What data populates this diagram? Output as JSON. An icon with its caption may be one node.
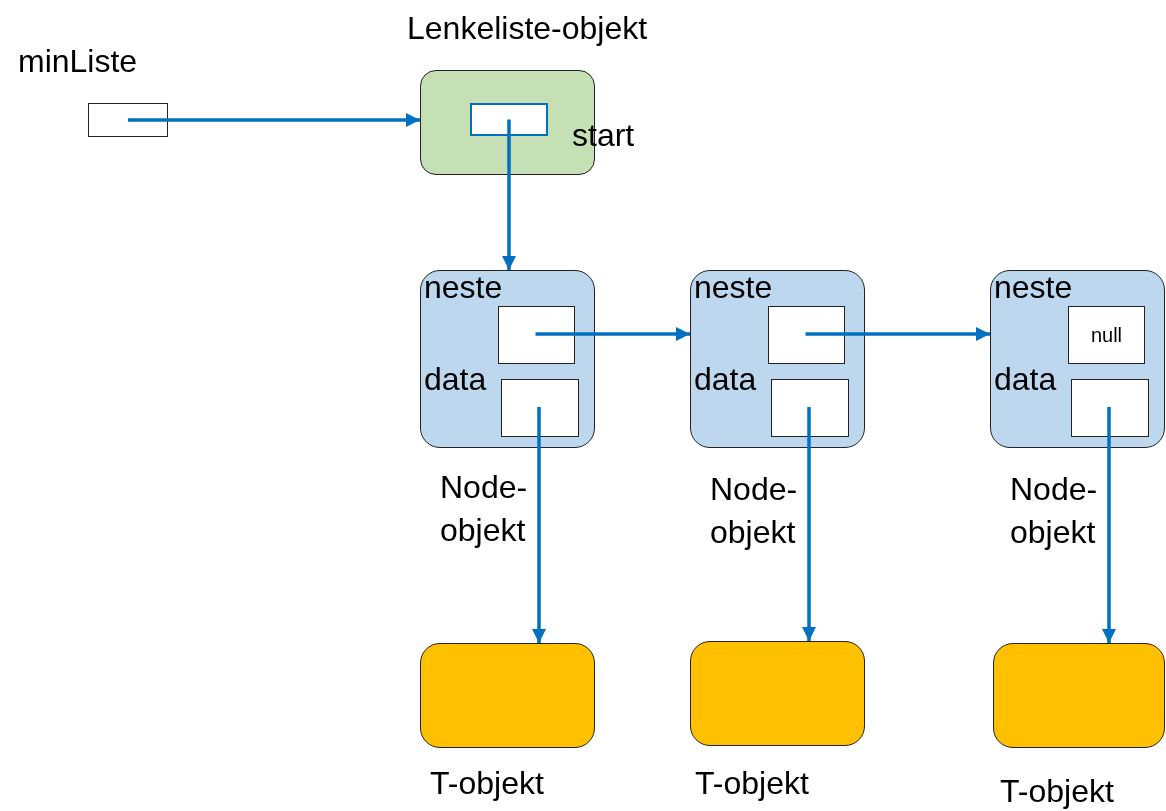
{
  "diagram": {
    "nodes": [
      {
        "text": [
          "minListe"
        ]
      },
      {
        "text": [
          "Lenkeliste-objekt"
        ]
      },
      {
        "text": [
          "start"
        ],
        "in": 1
      },
      {
        "text": [],
        "shape": "box",
        "beside": [
          "Node- objekt"
        ]
      },
      {
        "text": [
          "neste"
        ],
        "in": 3
      },
      {
        "text": [
          "data"
        ],
        "in": 3
      },
      {
        "text": [],
        "shape": "box",
        "beside": [
          "Node- objekt"
        ]
      },
      {
        "text": [
          "neste"
        ],
        "in": 6
      },
      {
        "text": [
          "data"
        ],
        "in": 6
      },
      {
        "text": [],
        "shape": "box",
        "beside": [
          "Node- objekt"
        ]
      },
      {
        "text": [
          "neste",
          "null"
        ],
        "in": 9
      },
      {
        "text": [
          "data"
        ],
        "in": 9
      },
      {
        "text": [],
        "shape": "box",
        "beside": [
          "T-objekt"
        ]
      },
      {
        "text": [],
        "shape": "box",
        "beside": [
          "T-objekt"
        ]
      },
      {
        "text": [],
        "shape": "box",
        "beside": [
          "T-objekt"
        ]
      }
    ],
    "edges": [
      {
        "from": 0,
        "to": 1,
        "arrow": "to"
      },
      {
        "from": 2,
        "to": 3,
        "arrow": "to"
      },
      {
        "from": 4,
        "to": 6,
        "arrow": "to"
      },
      {
        "from": 7,
        "to": 9,
        "arrow": "to"
      },
      {
        "from": 5,
        "to": 12,
        "arrow": "to"
      },
      {
        "from": 8,
        "to": 13,
        "arrow": "to"
      },
      {
        "from": 11,
        "to": 14,
        "arrow": "to"
      }
    ]
  }
}
